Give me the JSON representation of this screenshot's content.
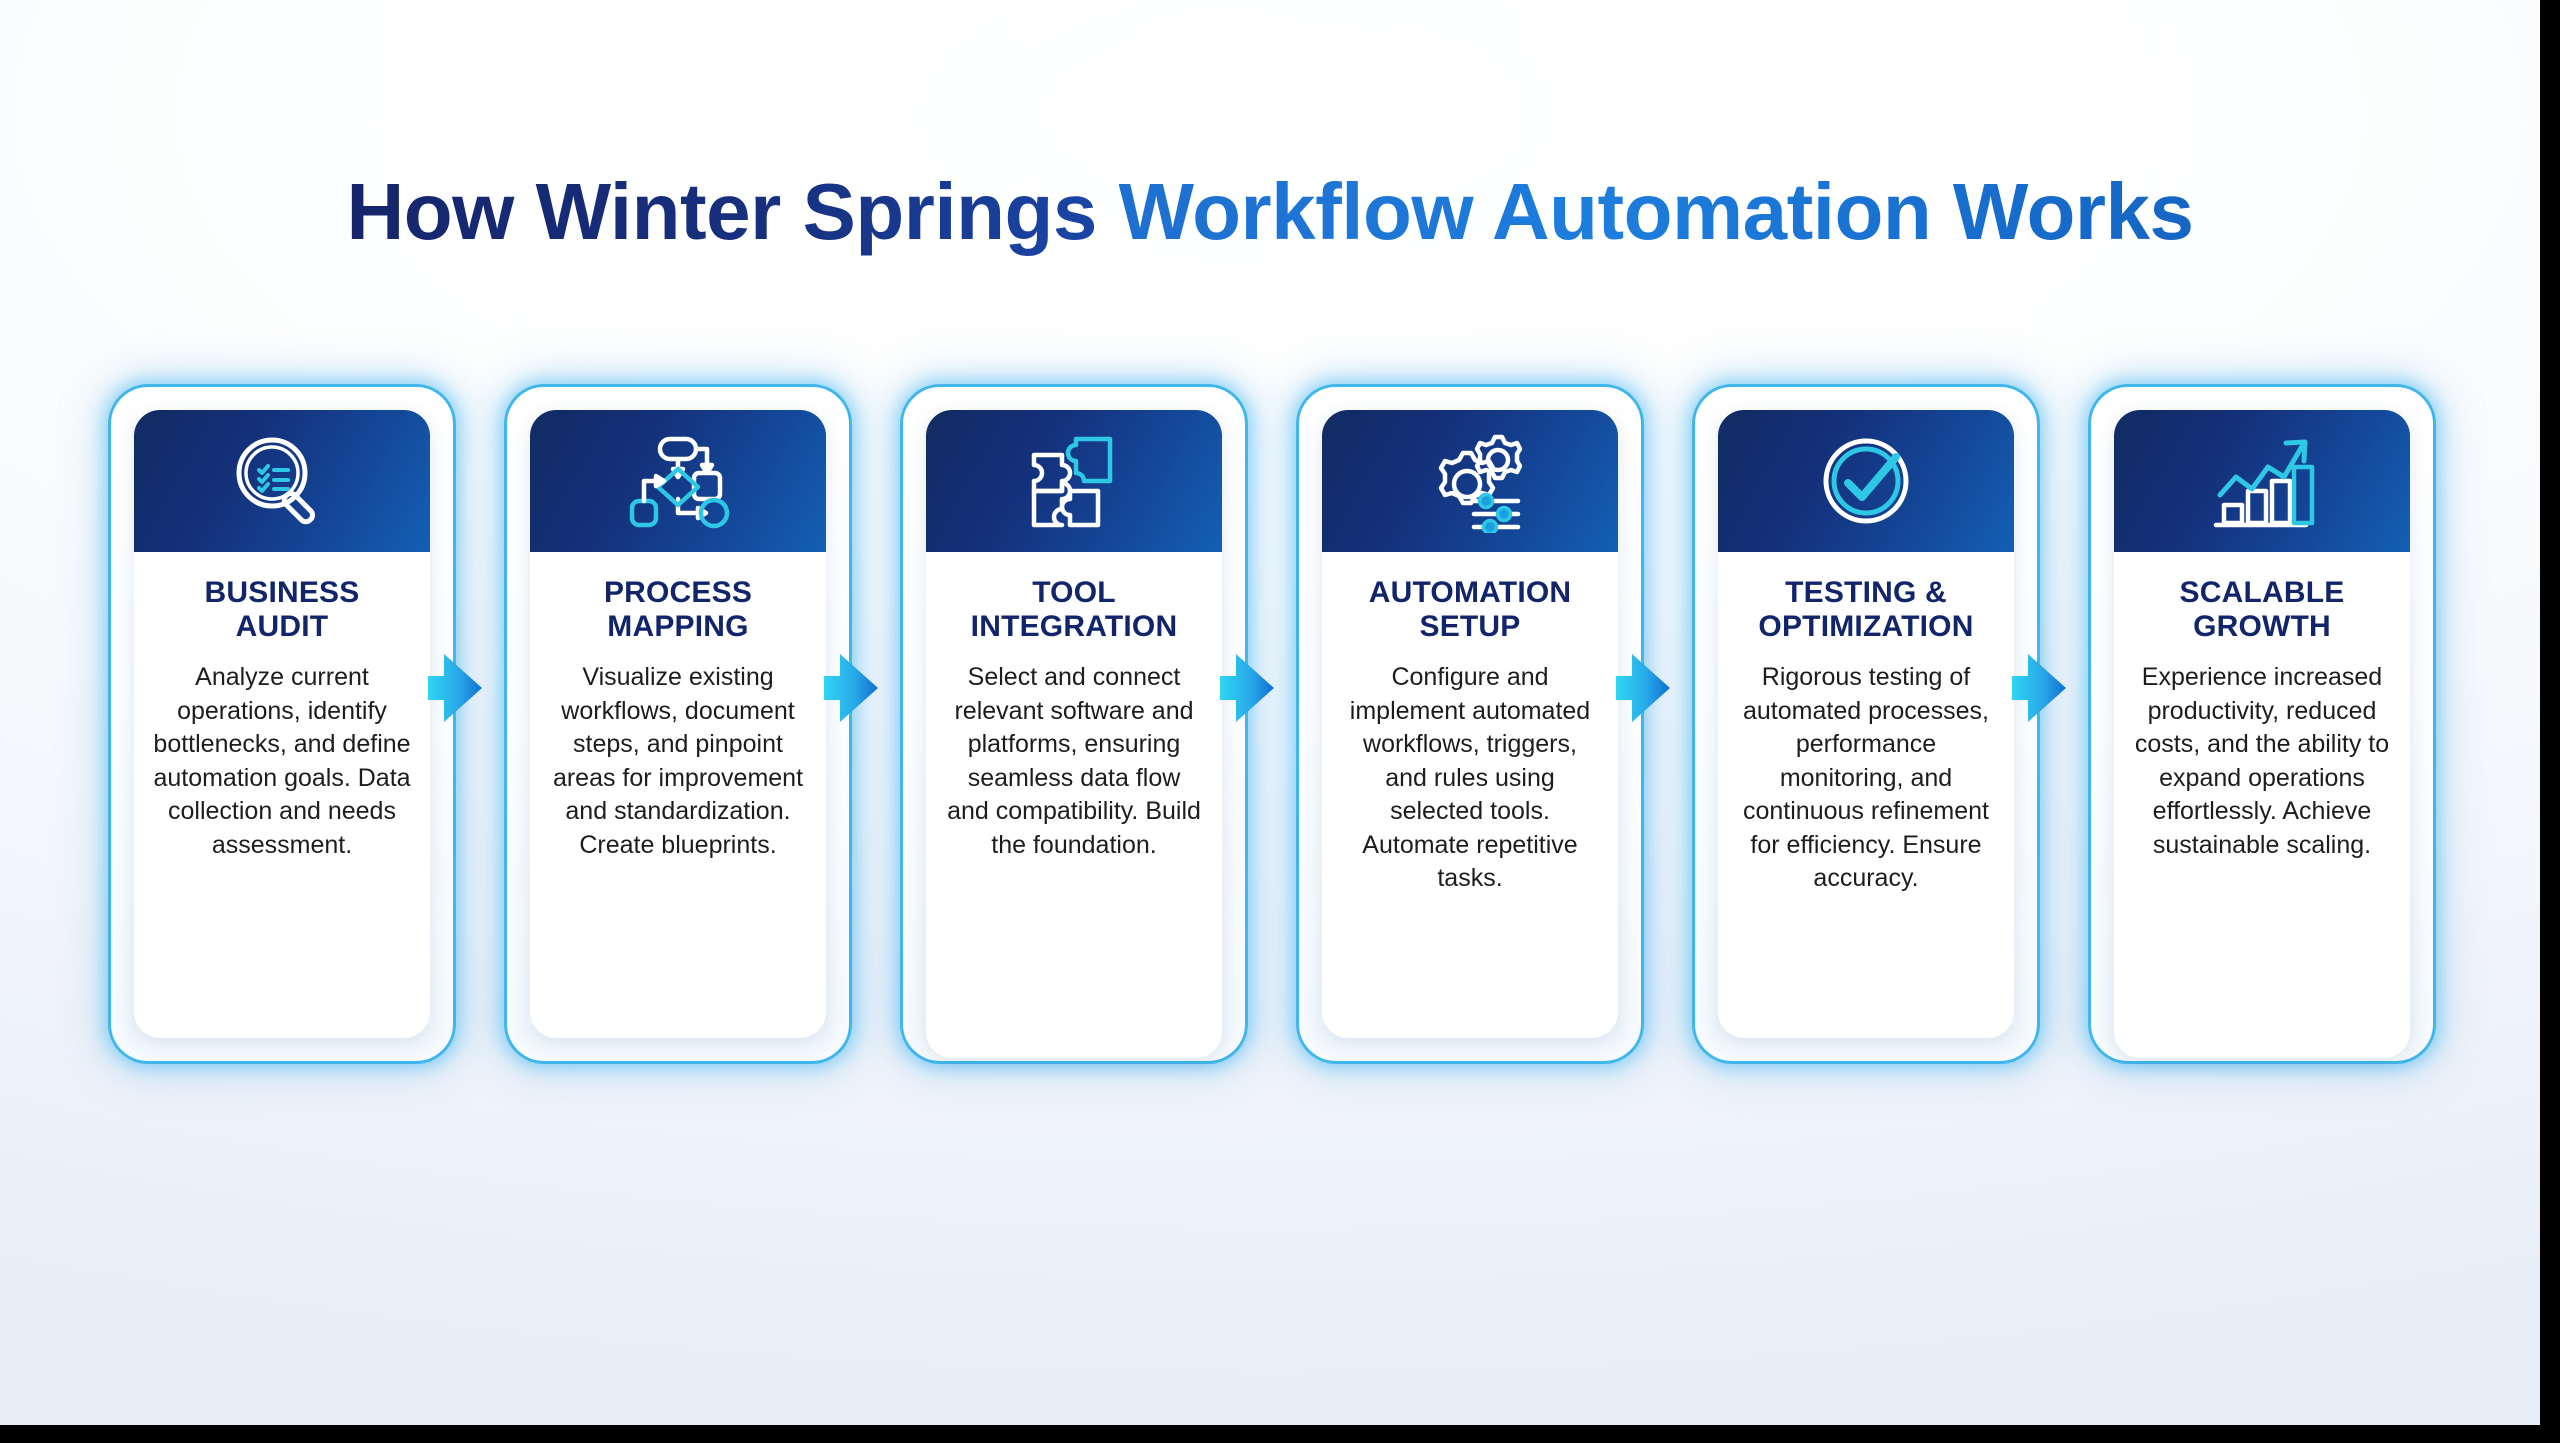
{
  "page": {
    "title_dark": "How Winter Springs ",
    "title_light": "Workflow Automation Works",
    "title_full": "How Winter Springs Workflow Automation Works",
    "background_from": "#ffffff",
    "background_to": "#e8eef7",
    "accent_cyan": "#41b6ec",
    "accent_navy": "#12256b",
    "header_gradient_from": "#122b63",
    "header_gradient_to": "#1360b4"
  },
  "steps": [
    {
      "icon": "magnifier-checklist-icon",
      "title": "BUSINESS\nAUDIT",
      "title_flat": "BUSINESS AUDIT",
      "description": "Analyze current operations, identify bottlenecks, and define automation goals. Data collection and needs assessment."
    },
    {
      "icon": "flowchart-icon",
      "title": "PROCESS\nMAPPING",
      "title_flat": "PROCESS MAPPING",
      "description": "Visualize existing workflows, document steps, and pinpoint areas for improvement and standardization. Create blueprints."
    },
    {
      "icon": "puzzle-pieces-icon",
      "title": "TOOL\nINTEGRATION",
      "title_flat": "TOOL INTEGRATION",
      "description": "Select and connect relevant software and platforms, ensuring seamless data flow and compatibility. Build the foundation."
    },
    {
      "icon": "gears-sliders-icon",
      "title": "AUTOMATION\nSETUP",
      "title_flat": "AUTOMATION SETUP",
      "description": "Configure and implement automated workflows, triggers, and rules using selected tools. Automate repetitive tasks."
    },
    {
      "icon": "check-circle-icon",
      "title": "TESTING &\nOPTIMIZATION",
      "title_flat": "TESTING & OPTIMIZATION",
      "description": "Rigorous testing of automated processes, performance monitoring, and continuous refinement for efficiency. Ensure accuracy."
    },
    {
      "icon": "growth-chart-icon",
      "title": "SCALABLE\nGROWTH",
      "title_flat": "SCALABLE GROWTH",
      "description": "Experience increased productivity, reduced costs, and the ability to expand operations effortlessly. Achieve sustainable scaling."
    }
  ],
  "connectors": [
    {
      "name": "arrow-1-to-2"
    },
    {
      "name": "arrow-2-to-3"
    },
    {
      "name": "arrow-3-to-4"
    },
    {
      "name": "arrow-4-to-5"
    },
    {
      "name": "arrow-5-to-6"
    }
  ]
}
